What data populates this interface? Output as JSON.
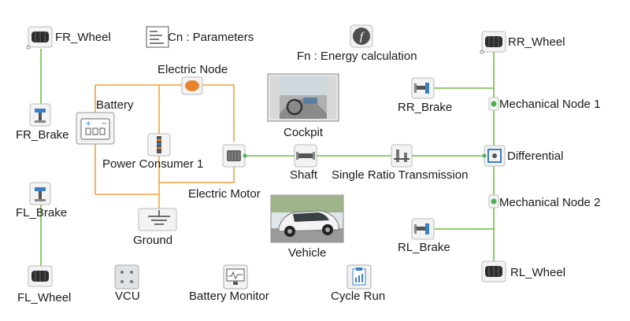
{
  "colors": {
    "electric_wire": "#f0a040",
    "mechanical_wire": "#6cbf40",
    "port_green": "#4caf50",
    "node_orange": "#e8852c",
    "parameters_icon": "#555555",
    "energy_icon": "#4f4f4f"
  },
  "components": {
    "fr_wheel": {
      "label": "FR_Wheel",
      "icon": "wheel-icon"
    },
    "fr_brake": {
      "label": "FR_Brake",
      "icon": "brake-icon"
    },
    "fl_brake": {
      "label": "FL_Brake",
      "icon": "brake-icon"
    },
    "fl_wheel": {
      "label": "FL_Wheel",
      "icon": "wheel-icon"
    },
    "parameters": {
      "label": "Cn : Parameters",
      "icon": "parameters-icon"
    },
    "energy_calc": {
      "label": "Fn : Energy calculation",
      "icon": "function-icon"
    },
    "electric_node": {
      "label": "Electric Node",
      "icon": "electric-node-icon"
    },
    "battery": {
      "label": "Battery",
      "icon": "battery-icon"
    },
    "power_consumer": {
      "label": "Power Consumer 1",
      "icon": "resistor-icon"
    },
    "electric_motor": {
      "label": "Electric Motor",
      "icon": "motor-icon"
    },
    "ground": {
      "label": "Ground",
      "icon": "ground-icon"
    },
    "cockpit": {
      "label": "Cockpit",
      "icon": "cockpit-image"
    },
    "vehicle": {
      "label": "Vehicle",
      "icon": "vehicle-image"
    },
    "shaft": {
      "label": "Shaft",
      "icon": "shaft-icon"
    },
    "transmission": {
      "label": "Single Ratio Transmission",
      "icon": "transmission-icon"
    },
    "differential": {
      "label": "Differential",
      "icon": "differential-icon"
    },
    "rr_wheel": {
      "label": "RR_Wheel",
      "icon": "wheel-icon"
    },
    "rr_brake": {
      "label": "RR_Brake",
      "icon": "brake-icon"
    },
    "mech_node_1": {
      "label": "Mechanical Node 1",
      "icon": "mechanical-node-icon"
    },
    "mech_node_2": {
      "label": "Mechanical Node 2",
      "icon": "mechanical-node-icon"
    },
    "rl_brake": {
      "label": "RL_Brake",
      "icon": "brake-icon"
    },
    "rl_wheel": {
      "label": "RL_Wheel",
      "icon": "wheel-icon"
    },
    "vcu": {
      "label": "VCU",
      "icon": "vcu-icon"
    },
    "battery_monitor": {
      "label": "Battery Monitor",
      "icon": "monitor-icon"
    },
    "cycle_run": {
      "label": "Cycle Run",
      "icon": "cycle-run-icon"
    }
  }
}
